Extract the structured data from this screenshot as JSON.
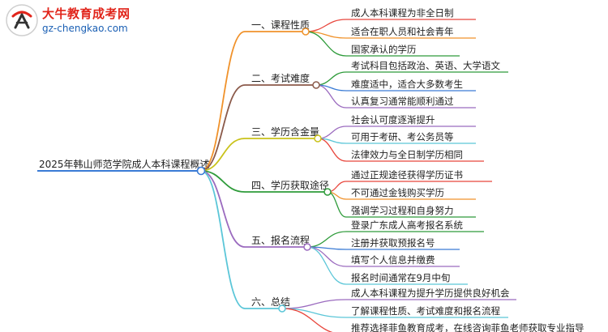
{
  "logo": {
    "title": "大牛教育成考网",
    "url": "gz-chengkao.com"
  },
  "mindmap": {
    "root": "2025年韩山师范学院成人本科课程概述",
    "colors": {
      "root": "#3a7bd5",
      "branches": [
        "#f0922b",
        "#8b5a4a",
        "#c9c21a",
        "#2e9b3a",
        "#9b6bbf",
        "#5bc6d8"
      ],
      "leaf_palette": [
        "#e8463c",
        "#f0922b",
        "#2e9b3a",
        "#3a7bd5",
        "#9b6bbf",
        "#5bc6d8"
      ]
    },
    "branches": [
      {
        "label": "一、课程性质",
        "leaves": [
          "成人本科课程为非全日制",
          "适合在职人员和社会青年",
          "国家承认的学历"
        ]
      },
      {
        "label": "二、考试难度",
        "leaves": [
          "考试科目包括政治、英语、大学语文",
          "难度适中，适合大多数考生",
          "认真复习通常能顺利通过"
        ]
      },
      {
        "label": "三、学历含金量",
        "leaves": [
          "社会认可度逐渐提升",
          "可用于考研、考公务员等",
          "法律效力与全日制学历相同"
        ]
      },
      {
        "label": "四、学历获取途径",
        "leaves": [
          "通过正规途径获得学历证书",
          "不可通过金钱购买学历",
          "强调学习过程和自身努力"
        ]
      },
      {
        "label": "五、报名流程",
        "leaves": [
          "登录广东成人高考报名系统",
          "注册并获取预报名号",
          "填写个人信息并缴费",
          "报名时间通常在9月中旬"
        ]
      },
      {
        "label": "六、总结",
        "leaves": [
          "成人本科课程为提升学历提供良好机会",
          "了解课程性质、考试难度和报名流程",
          "推荐选择菲鱼教育成考，在线咨询菲鱼老师获取专业指导"
        ]
      }
    ]
  }
}
